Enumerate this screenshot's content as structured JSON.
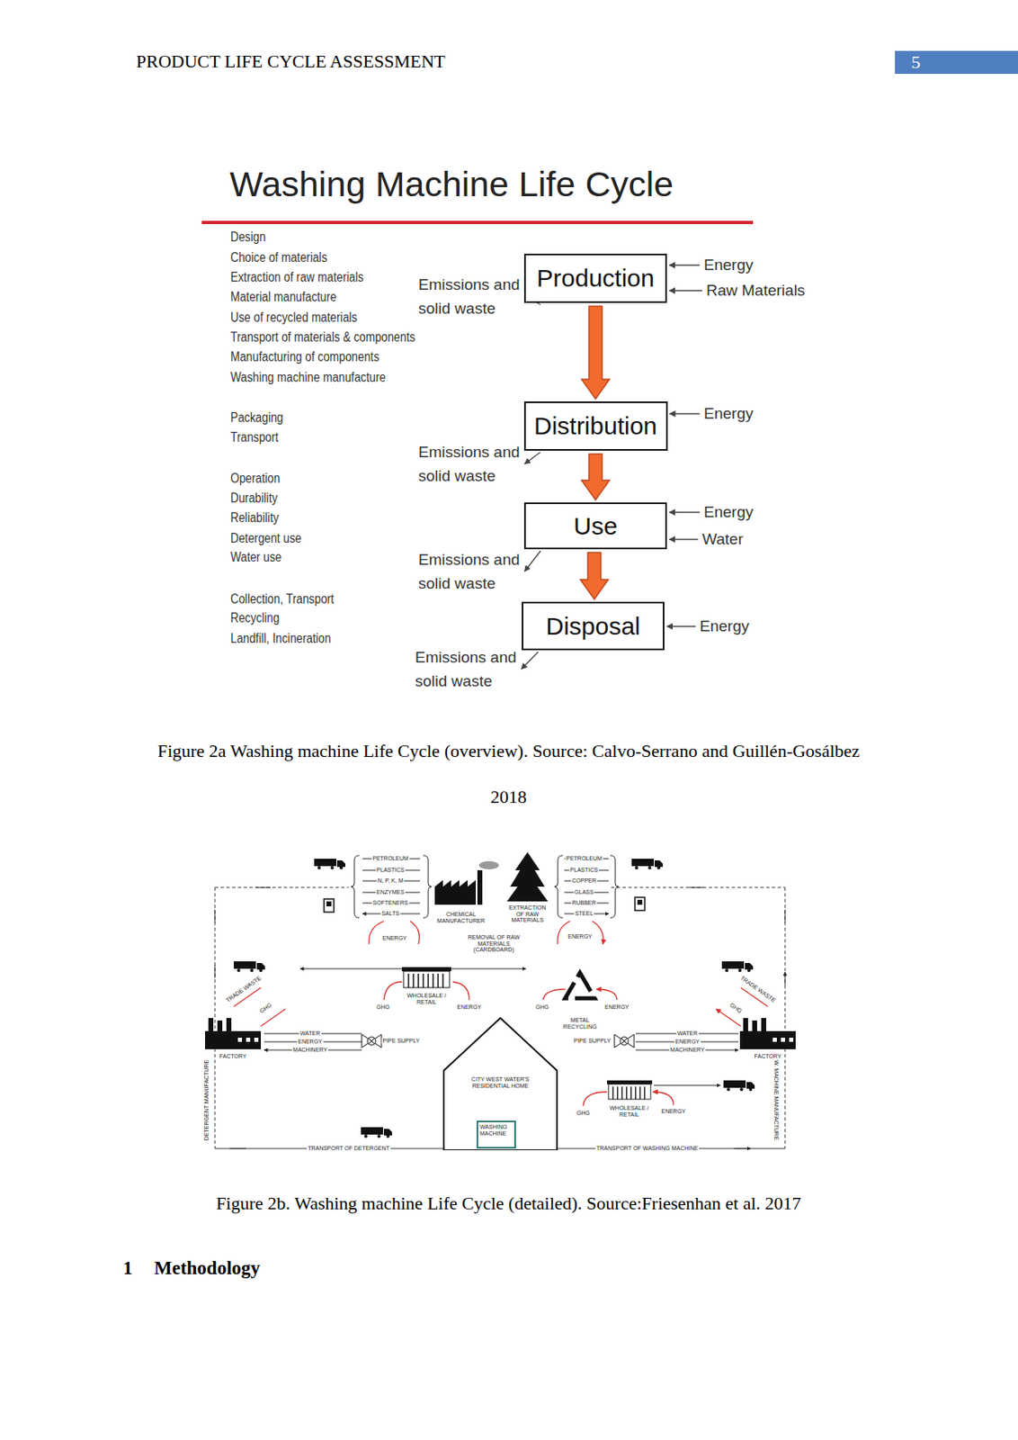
{
  "diagram": {
    "title": "Washing Machine Life Cycle",
    "caption": "Figure 2a Washing machine Life Cycle (overview). Source: Calvo-Serrano and Guillén-Gosálbez 2018",
    "nodes": [
      {
        "text": [
          "Production"
        ]
      },
      {
        "text": [
          "Distribution"
        ]
      },
      {
        "text": [
          "Use"
        ]
      },
      {
        "text": [
          "Disposal"
        ]
      },
      {
        "text": [
          "CITY WEST WATER'S RESIDENTIAL HOME"
        ]
      },
      {
        "text": [
          "WASHING MACHINE"
        ],
        "in": 4
      }
    ],
    "edges": [
      {
        "from": 0,
        "to": 1,
        "arrow": "to"
      },
      {
        "from": 1,
        "to": 2,
        "arrow": "to"
      },
      {
        "from": 2,
        "to": 3,
        "arrow": "to"
      }
    ],
    "labels": [
      "PRODUCT LIFE CYCLE ASSESSMENT",
      "5",
      "Design",
      "Choice of materials",
      "Extraction of raw materials",
      "Material manufacture",
      "Use of recycled materials",
      "Transport of materials & components",
      "Manufacturing of components",
      "Washing machine manufacture",
      "Packaging",
      "Transport",
      "Operation",
      "Durability",
      "Reliability",
      "Detergent use",
      "Water use",
      "Collection, Transport",
      "Recycling",
      "Landfill, Incineration",
      "Emissions and solid waste",
      "Emissions and solid waste",
      "Emissions and solid waste",
      "Emissions and solid waste",
      "Energy",
      "Raw Materials",
      "Energy",
      "Energy",
      "Water",
      "Energy",
      "Figure 2b. Washing machine Life Cycle (detailed). Source:Friesenhan et al. 2017",
      "1",
      "Methodology",
      "PETROLEUM",
      "PLASTICS",
      "N, P, K, M",
      "ENZYMES",
      "SOFTENERS",
      "SALTS",
      "PETROLEUM",
      "PLASTICS",
      "COPPER",
      "GLASS",
      "RUBBER",
      "STEEL",
      "CHEMICAL MANUFACTURER",
      "EXTRACTION OF RAW MATERIALS",
      "REMOVAL OF RAW MATERIALS (CARDBOARD)",
      "ENERGY",
      "ENERGY",
      "WHOLESALE / RETAIL",
      "GHG",
      "ENERGY",
      "GHG",
      "ENERGY",
      "METAL RECYCLING",
      "TRADE WASTE",
      "GHG",
      "TRADE WASTE",
      "GHG",
      "FACTORY",
      "FACTORY",
      "WATER",
      "ENERGY",
      "MACHINERY",
      "PIPE SUPPLY",
      "PIPE SUPPLY",
      "WATER",
      "ENERGY",
      "MACHINERY",
      "WHOLESALE / RETAIL",
      "GHG",
      "ENERGY",
      "TRANSPORT OF DETERGENT",
      "TRANSPORT OF WASHING MACHINE",
      "DETERGENT MANUFACTURE",
      "W. MACHINE MANUFACTURE"
    ]
  }
}
